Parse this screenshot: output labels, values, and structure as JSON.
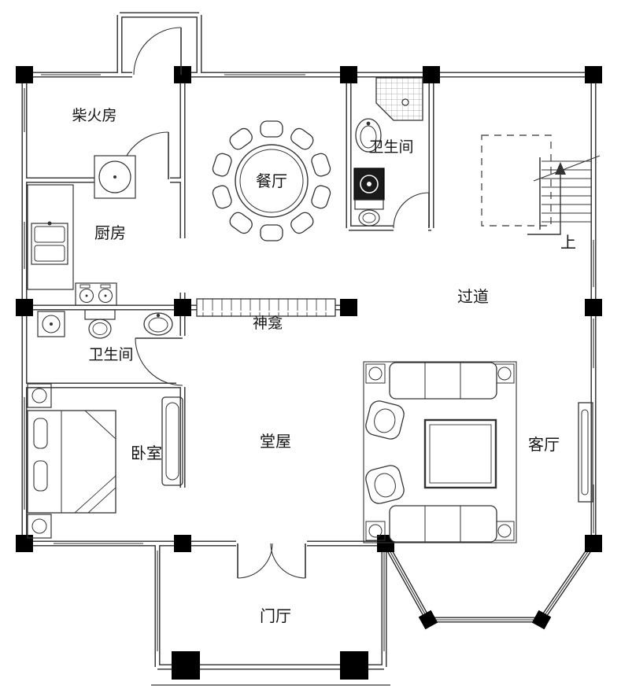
{
  "title": "residential-floor-plan",
  "floor": {
    "rooms": {
      "firewood": "柴火房",
      "kitchen": "厨房",
      "dining": "餐厅",
      "bathroom_upper": "卫生间",
      "hallway": "过道",
      "stairs_up": "上",
      "shrine": "神龛",
      "bathroom_lower": "卫生间",
      "bedroom": "卧室",
      "main_hall": "堂屋",
      "living_room": "客厅",
      "foyer": "门厅"
    }
  },
  "icons": [
    "dining-table-icon",
    "chair-icon",
    "shower-icon",
    "sink-icon",
    "washing-machine-icon",
    "toilet-icon",
    "water-heater-icon",
    "kitchen-counter-icon",
    "stove-icon",
    "basin-icon",
    "bed-icon",
    "nightstand-icon",
    "wardrobe-icon",
    "sofa-icon",
    "armchair-icon",
    "coffee-table-icon",
    "tv-cabinet-icon",
    "stairs-icon",
    "up-arrow-icon",
    "shrine-shelf-icon",
    "door-swing-icon",
    "window-icon",
    "column-icon",
    "bay-window-icon"
  ],
  "colors": {
    "wall": "#2b2b2b",
    "line": "#333333",
    "column": "#000000",
    "background": "#ffffff",
    "text": "#141414"
  }
}
